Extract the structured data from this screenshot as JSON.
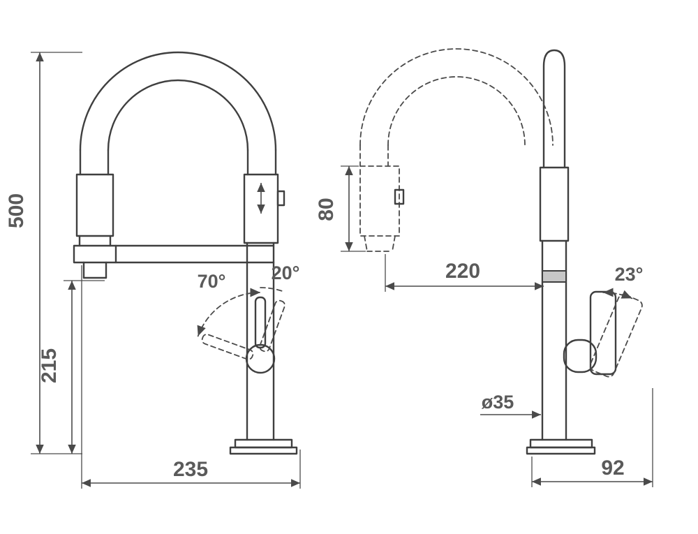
{
  "front_view": {
    "overall_height": "500",
    "outlet_height": "215",
    "overall_width": "235",
    "spray_swing_angle": "70°",
    "handle_tilt_angle": "20°"
  },
  "side_view": {
    "spray_head_length": "80",
    "spout_reach": "220",
    "handle_swing_angle": "23°",
    "body_diameter": "ø35",
    "base_depth": "92"
  }
}
